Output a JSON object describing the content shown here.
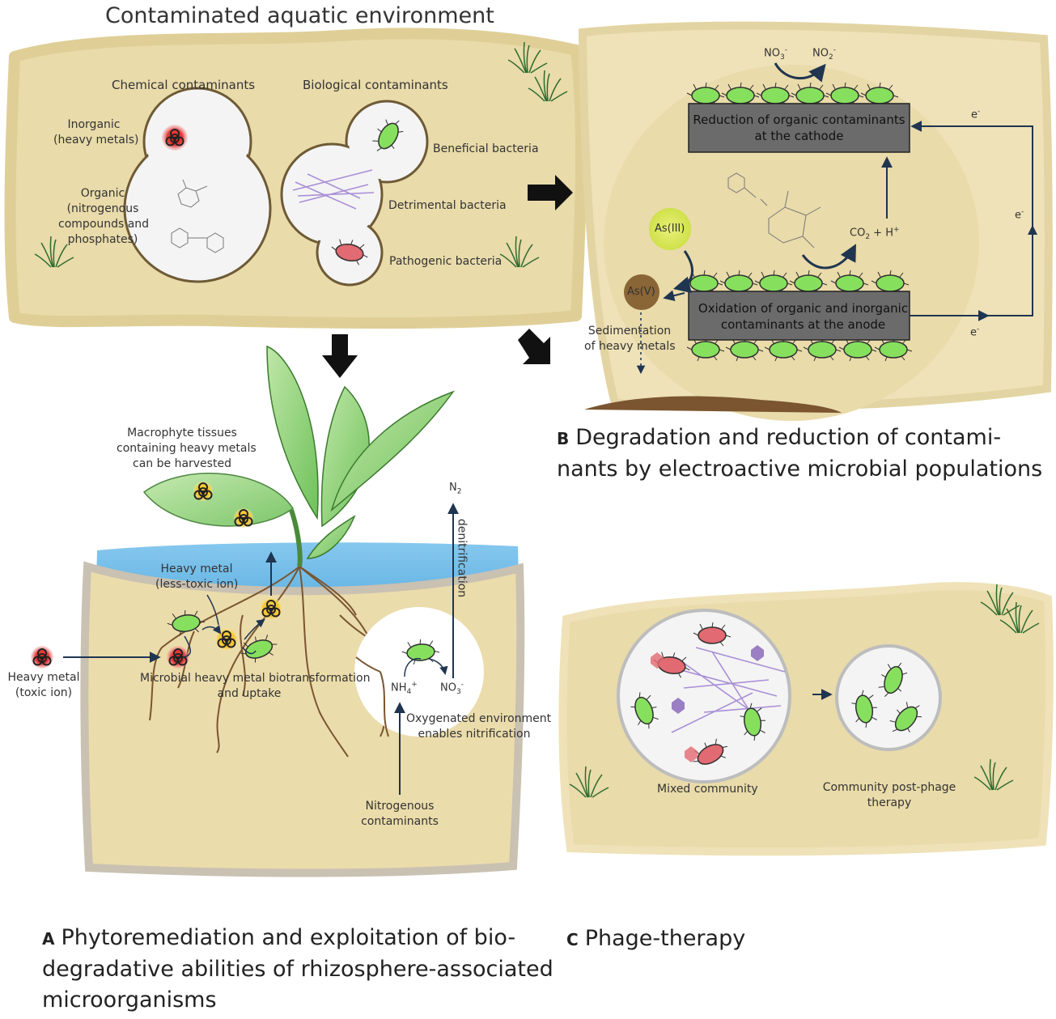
{
  "title": "Contaminated aquatic environment",
  "top": {
    "chemical_heading": "Chemical contaminants",
    "biological_heading": "Biological contaminants",
    "inorganic": [
      "Inorganic",
      "(heavy metals)"
    ],
    "organic": [
      "Organic",
      "(nitrogenous",
      "compounds and",
      "phosphates)"
    ],
    "beneficial": "Beneficial bacteria",
    "detrimental": "Detrimental bacteria",
    "pathogenic": "Pathogenic bacteria"
  },
  "panel_b": {
    "no3": "NO",
    "no3_sub": "3",
    "no3_sup": "-",
    "no2": "NO",
    "no2_sub": "2",
    "no2_sup": "-",
    "cathode_box": [
      "Reduction of organic contaminants",
      "at the cathode"
    ],
    "anode_box": [
      "Oxidation of organic and inorganic",
      "contaminants at the anode"
    ],
    "electron": "e",
    "electron_sup": "-",
    "as3": "As(III)",
    "as5": "As(V)",
    "co2": "CO",
    "co2_sub": "2",
    "co2_rest": " + H",
    "co2_sup": "+",
    "sedimentation": [
      "Sedimentation",
      "of heavy metals"
    ],
    "caption_letter": "B",
    "caption": [
      "Degradation and reduction of contami-",
      "nants by electroactive microbial populations"
    ]
  },
  "panel_a": {
    "macrophyte": [
      "Macrophyte tissues",
      "containing heavy metals",
      "can be harvested"
    ],
    "n2": "N",
    "n2_sub": "2",
    "denitrification": "denitrification",
    "heavy_less": [
      "Heavy metal",
      "(less-toxic ion)"
    ],
    "heavy_toxic": [
      "Heavy metal",
      "(toxic ion)"
    ],
    "microbial": [
      "Microbial heavy metal biotransformation",
      "and uptake"
    ],
    "nh4": "NH",
    "nh4_sub": "4",
    "nh4_sup": "+",
    "no3": "NO",
    "no3_sub": "3",
    "no3_sup": "-",
    "oxygenated": [
      "Oxygenated environment",
      "enables nitrification"
    ],
    "nitrogenous": [
      "Nitrogenous",
      "contaminants"
    ],
    "caption_letter": "A",
    "caption": [
      "Phytoremediation and exploitation of bio-",
      "degradative abilities of rhizosphere-associated",
      "microorganisms"
    ]
  },
  "panel_c": {
    "mixed": "Mixed community",
    "post": [
      "Community post-phage",
      "therapy"
    ],
    "caption_letter": "C",
    "caption": "Phage-therapy"
  },
  "colors": {
    "sand": "#e8d9a8",
    "sand_edge": "#dccb93",
    "grey_box": "#6b6b6b",
    "navy": "#1f3550",
    "green_bacteria": "#7ed957",
    "red_bacteria": "#e0616a",
    "purple_fiber": "#a98fd6",
    "water": "#7ec3ea"
  }
}
